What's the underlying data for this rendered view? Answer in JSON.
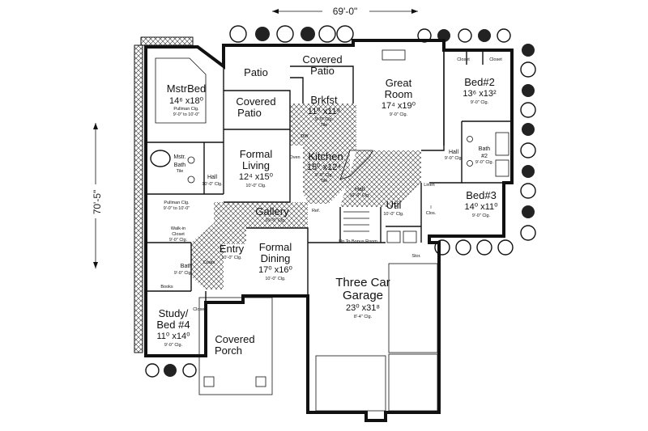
{
  "dimensions": {
    "width_label": "69'-0\"",
    "depth_label": "70'-5\""
  },
  "rooms": {
    "master_bed": {
      "name": "MstrBed",
      "size": "14⁶ x18⁰",
      "ceiling1": "Pullman Clg.",
      "ceiling2": "9'-0\" to 10'-0\""
    },
    "patio": {
      "name": "Patio"
    },
    "covered_patio_top": {
      "line1": "Covered",
      "line2": "Patio"
    },
    "covered_patio": {
      "line1": "Covered",
      "line2": "Patio"
    },
    "brkfst": {
      "name": "Brkfst",
      "size": "11⁰ x11⁸",
      "ceiling1": "9'-0\" Clg.",
      "ceiling2": "Tile"
    },
    "great_room": {
      "name1": "Great",
      "name2": "Room",
      "size": "17⁴ x19⁰",
      "ceiling": "9'-0\" Clg."
    },
    "bed2": {
      "name": "Bed#2",
      "size": "13⁶ x13²",
      "ceiling": "9'-0\" Clg.",
      "closet1": "Closet",
      "closet2": "Closet"
    },
    "mstr_bath": {
      "line1": "Mstr.",
      "line2": "Bath",
      "ceiling": "Tile"
    },
    "formal_living": {
      "line1": "Formal",
      "line2": "Living",
      "size": "12⁴ x15⁰",
      "ceiling": "10'-0\" Clg."
    },
    "kitchen": {
      "name": "Kitchen",
      "size": "15⁰ x12⁴",
      "ceiling1": "9'-0\" Clg.",
      "ceiling2": "Tile"
    },
    "hall_left": {
      "name": "Hall",
      "ceiling": "10'-0\" Clg."
    },
    "hall_right": {
      "name": "Hall",
      "ceiling": "9'-0\" Clg."
    },
    "hall_center": {
      "name": "Hall",
      "ceiling": "10'-0\" Clg."
    },
    "bath2": {
      "line1": "Bath",
      "line2": "#2",
      "ceiling": "9'-0\" Clg."
    },
    "linen": {
      "name": "Linen"
    },
    "bed3": {
      "name": "Bed#3",
      "size": "14⁰ x11⁰",
      "ceiling": "9'-0\" Clg."
    },
    "walkin_closet": {
      "line1": "Pullman Clg.",
      "line2": "9'-0\" to 10'-0\"",
      "line3": "Walk-in",
      "line4": "Closet",
      "line5": "9'-0\" Clg."
    },
    "gallery": {
      "name": "Gallery",
      "ceiling": "10'-0\" Clg."
    },
    "util": {
      "name": "Util",
      "ceiling": "10'-0\" Clg.",
      "closet": "Clos.",
      "closet_prefix": "I"
    },
    "bonus_stair": {
      "label": "Up To Bonus Room"
    },
    "entry": {
      "name": "Entry",
      "ceiling": "10'-0\" Clg."
    },
    "formal_dining": {
      "line1": "Formal",
      "line2": "Dining",
      "size": "17⁰ x16⁰",
      "ceiling": "10'-0\" Clg."
    },
    "bath": {
      "name": "Bath",
      "ceiling": "9'-0\" Clg.",
      "closet": "Coats"
    },
    "books": {
      "label": "Books"
    },
    "study": {
      "line1": "Study/",
      "line2": "Bed #4",
      "size": "11⁰ x14⁰",
      "ceiling": "9'-0\" Clg.",
      "closet": "Closet"
    },
    "three_car_garage": {
      "line1": "Three Car",
      "line2": "Garage",
      "size": "23⁰ x31⁸",
      "ceiling": "8'-4\" Clg."
    },
    "covered_porch": {
      "line1": "Covered",
      "line2": "Porch"
    },
    "misc": {
      "oven": "Oven",
      "ref": "Ref.",
      "dw": "DW",
      "storage": "Stor."
    }
  }
}
